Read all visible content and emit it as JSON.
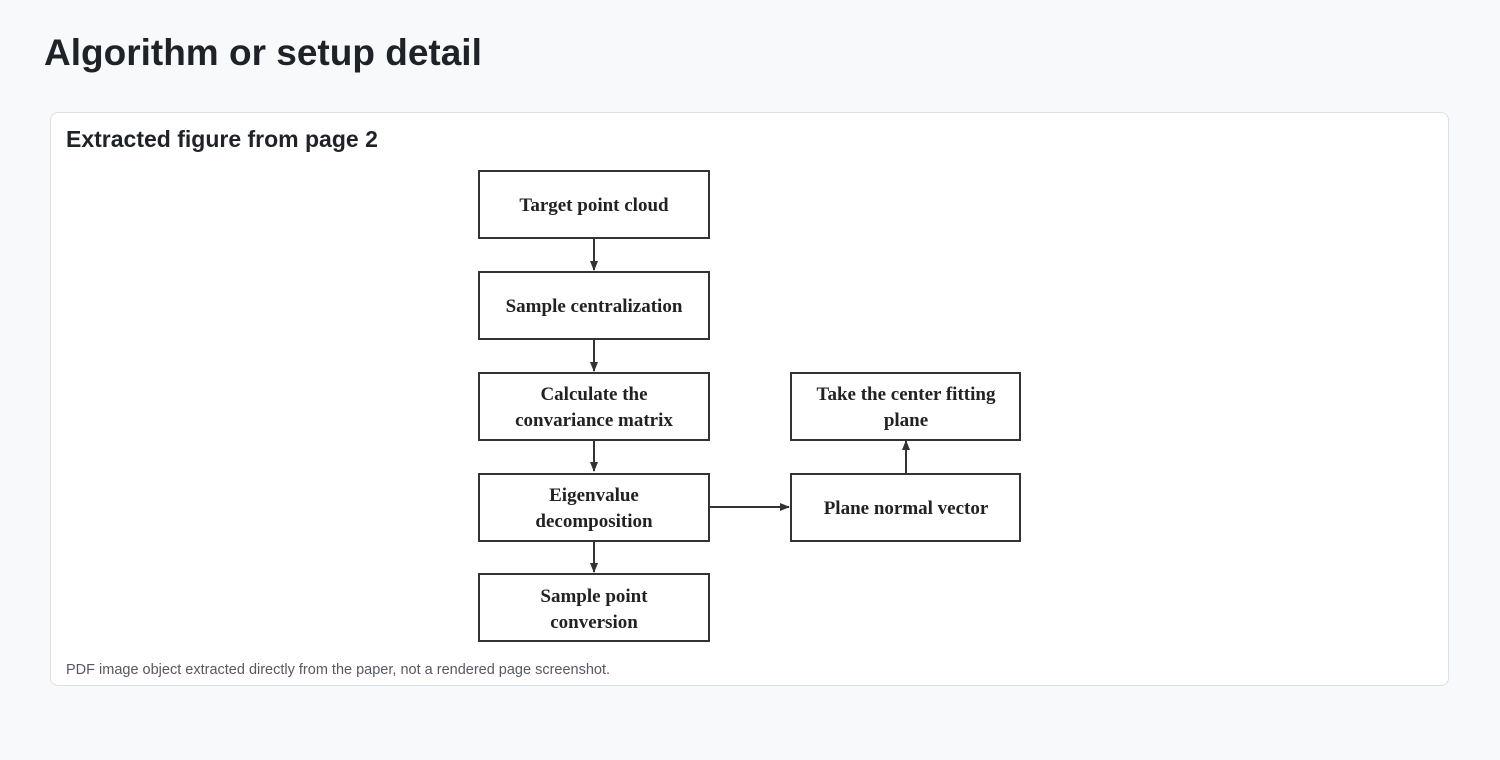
{
  "page": {
    "title": "Algorithm or setup detail"
  },
  "card": {
    "title": "Extracted figure from page 2",
    "caption": "PDF image object extracted directly from the paper, not a rendered page screenshot."
  },
  "diagram": {
    "nodes": {
      "target_point_cloud": [
        "Target point cloud"
      ],
      "sample_centralization": [
        "Sample centralization"
      ],
      "covariance_matrix": [
        "Calculate the",
        "convariance matrix"
      ],
      "eigenvalue_decomposition": [
        "Eigenvalue",
        "decomposition"
      ],
      "sample_point_conversion": [
        "Sample point",
        "conversion"
      ],
      "plane_normal_vector": [
        "Plane normal vector"
      ],
      "center_fitting_plane": [
        "Take the center fitting",
        "plane"
      ]
    },
    "edges": [
      [
        "target_point_cloud",
        "sample_centralization"
      ],
      [
        "sample_centralization",
        "covariance_matrix"
      ],
      [
        "covariance_matrix",
        "eigenvalue_decomposition"
      ],
      [
        "eigenvalue_decomposition",
        "sample_point_conversion"
      ],
      [
        "eigenvalue_decomposition",
        "plane_normal_vector"
      ],
      [
        "plane_normal_vector",
        "center_fitting_plane"
      ]
    ]
  }
}
